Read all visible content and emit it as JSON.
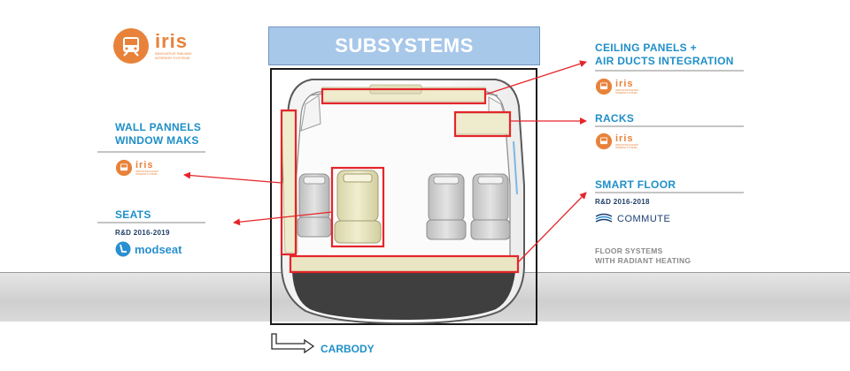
{
  "title": "SUBSYSTEMS",
  "logos": {
    "iris": {
      "word": "iris",
      "tagline": [
        "INNOVATIVE RAILWAY",
        "INTERIOR SYSTEMS"
      ]
    },
    "modseat": {
      "word": "modseat"
    },
    "commute": {
      "word": "COMMUTE"
    }
  },
  "labels": {
    "ceiling": [
      "CEILING PANELS +",
      "AIR DUCTS INTEGRATION"
    ],
    "racks": "RACKS",
    "smart_floor": "SMART FLOOR",
    "smart_floor_rd": "R&D 2016-2018",
    "floor_systems": [
      "FLOOR SYSTEMS",
      "WITH RADIANT HEATING"
    ],
    "wall": [
      "WALL PANNELS",
      "WINDOW MAKS"
    ],
    "seats": "SEATS",
    "seats_rd": "R&D 2016-2019",
    "carbody": "CARBODY"
  },
  "colors": {
    "highlight": "#e5252a",
    "label_blue": "#1f8fc8",
    "title_fill": "#a8c8ea",
    "iris_orange": "#e8823a"
  }
}
